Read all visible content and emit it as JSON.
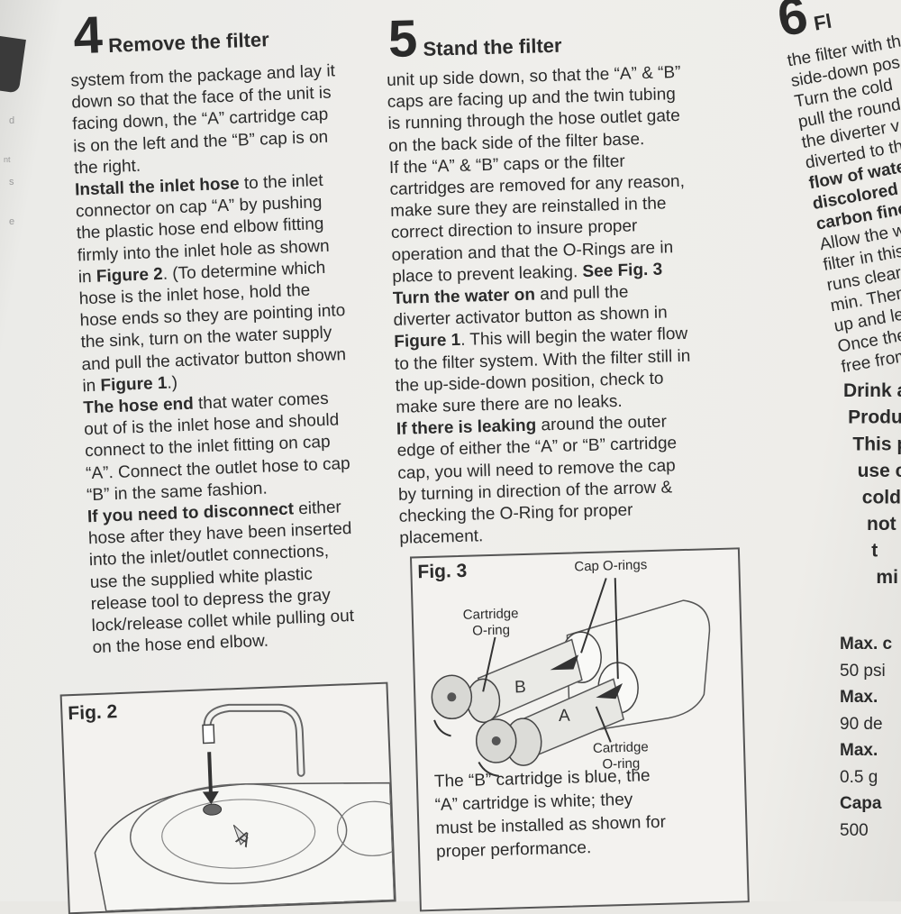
{
  "left_margin": [
    "d",
    "nt",
    "s",
    "e"
  ],
  "section4": {
    "number": "4",
    "title": "Remove the filter",
    "lines": [
      {
        "b": "",
        "t": "system from the package and lay it"
      },
      {
        "b": "",
        "t": "down so that the face of the unit is"
      },
      {
        "b": "",
        "t": "facing down, the “A” cartridge cap"
      },
      {
        "b": "",
        "t": "is on the left and the “B” cap is on"
      },
      {
        "b": "",
        "t": "the right."
      },
      {
        "b": "Install the inlet hose",
        "t": " to the inlet"
      },
      {
        "b": "",
        "t": "connector on cap “A” by pushing"
      },
      {
        "b": "",
        "t": "the plastic hose end elbow fitting"
      },
      {
        "b": "",
        "t": "firmly into the inlet hole as shown"
      },
      {
        "pre": "in ",
        "b": "Figure 2",
        "t": ". (To determine which"
      },
      {
        "b": "",
        "t": "hose is the inlet hose, hold the"
      },
      {
        "b": "",
        "t": "hose ends so they are pointing into"
      },
      {
        "b": "",
        "t": "the sink, turn on the water supply"
      },
      {
        "b": "",
        "t": "and pull the activator button shown"
      },
      {
        "pre": "in ",
        "b": "Figure 1",
        "t": ".)"
      },
      {
        "b": "The hose end",
        "t": " that water comes"
      },
      {
        "b": "",
        "t": "out of is the inlet hose and should"
      },
      {
        "b": "",
        "t": "connect to the inlet fitting on cap"
      },
      {
        "b": "",
        "t": "“A”. Connect the outlet hose to cap"
      },
      {
        "b": "",
        "t": "“B” in the same fashion."
      },
      {
        "b": "If you need to disconnect",
        "t": " either"
      },
      {
        "b": "",
        "t": "hose after they have been inserted"
      },
      {
        "b": "",
        "t": "into the inlet/outlet connections,"
      },
      {
        "b": "",
        "t": "use the supplied white plastic"
      },
      {
        "b": "",
        "t": "release tool to depress the gray"
      },
      {
        "b": "",
        "t": "lock/release collet while pulling out"
      },
      {
        "b": "",
        "t": "on the hose end elbow."
      }
    ]
  },
  "fig2": {
    "label": "Fig. 2"
  },
  "section5": {
    "number": "5",
    "title": "Stand the filter",
    "lines": [
      {
        "b": "",
        "t": "unit up side down, so that the “A” & “B”"
      },
      {
        "b": "",
        "t": "caps are facing up and the twin tubing"
      },
      {
        "b": "",
        "t": "is running through the hose outlet gate"
      },
      {
        "b": "",
        "t": "on the back side of the filter base."
      },
      {
        "b": "",
        "t": "If the “A” & “B” caps or the filter"
      },
      {
        "b": "",
        "t": "cartridges are removed for any reason,"
      },
      {
        "b": "",
        "t": "make sure they are reinstalled in the"
      },
      {
        "b": "",
        "t": "correct direction to insure proper"
      },
      {
        "b": "",
        "t": "operation and that the O-Rings are in"
      },
      {
        "pre": "place to prevent leaking. ",
        "b": "See Fig. 3",
        "t": ""
      },
      {
        "b": "Turn the water on",
        "t": " and pull the"
      },
      {
        "b": "",
        "t": "diverter activator button as shown in"
      },
      {
        "b": "Figure 1",
        "t": ". This will begin the water flow"
      },
      {
        "b": "",
        "t": "to the filter system. With the filter still in"
      },
      {
        "b": "",
        "t": "the up-side-down position, check to"
      },
      {
        "b": "",
        "t": "make sure there are no leaks."
      },
      {
        "b": "If there is leaking",
        "t": " around the outer"
      },
      {
        "b": "",
        "t": "edge of either the “A” or “B” cartridge"
      },
      {
        "b": "",
        "t": "cap, you will need to remove the cap"
      },
      {
        "b": "",
        "t": "by turning in direction of the arrow &"
      },
      {
        "b": "",
        "t": "checking the O-Ring for proper"
      },
      {
        "b": "",
        "t": "placement."
      }
    ]
  },
  "fig3": {
    "label": "Fig. 3",
    "cap_orings": "Cap O-rings",
    "cartridge_oring_top": [
      "Cartridge",
      "O-ring"
    ],
    "cartridge_oring_bottom": [
      "Cartridge",
      "O-ring"
    ],
    "letter_b": "B",
    "letter_a": "A",
    "caption": [
      "The “B” cartridge is blue, the",
      "“A” cartridge is white; they",
      "must be installed as shown for",
      "proper performance."
    ]
  },
  "section6": {
    "number": "6",
    "title": "Fl",
    "lines": [
      {
        "b": "",
        "t": "the filter with th"
      },
      {
        "b": "",
        "t": "side-down pos"
      },
      {
        "b": "",
        "t": "Turn the cold"
      },
      {
        "b": "",
        "t": "pull the round"
      },
      {
        "b": "",
        "t": "the diverter v"
      },
      {
        "b": "",
        "t": "diverted to th"
      },
      {
        "b": "flow of wate",
        "t": ""
      },
      {
        "b": "discolored",
        "t": ""
      },
      {
        "b": "carbon fine",
        "t": ""
      },
      {
        "b": "",
        "t": "Allow the w"
      },
      {
        "b": "",
        "t": "filter in this"
      },
      {
        "b": "",
        "t": "runs clear,"
      },
      {
        "b": "",
        "t": "min. Then"
      },
      {
        "b": "",
        "t": "up and let"
      },
      {
        "b": "",
        "t": "Once the"
      },
      {
        "b": "",
        "t": "free from"
      },
      {
        "b": "Drink an",
        "t": ""
      },
      {
        "b": "Produ",
        "t": ""
      },
      {
        "b": "This p",
        "t": ""
      },
      {
        "b": "use c",
        "t": ""
      },
      {
        "b": "cold",
        "t": ""
      },
      {
        "b": "not",
        "t": ""
      },
      {
        "b": "t",
        "t": ""
      },
      {
        "b": "mi",
        "t": ""
      }
    ],
    "specs": [
      {
        "b": "Max. c",
        "t": ""
      },
      {
        "b": "",
        "t": "50 psi"
      },
      {
        "b": "Max.",
        "t": ""
      },
      {
        "b": "",
        "t": "90 de"
      },
      {
        "b": "Max.",
        "t": ""
      },
      {
        "b": "",
        "t": "0.5 g"
      },
      {
        "b": "Capa",
        "t": ""
      },
      {
        "b": "",
        "t": "500"
      }
    ]
  }
}
